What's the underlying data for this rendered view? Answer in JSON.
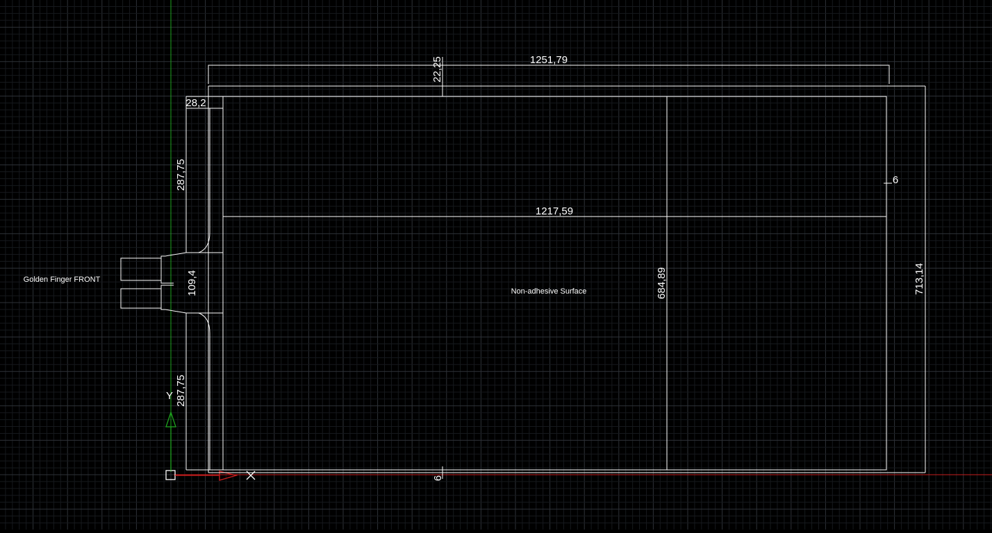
{
  "colors": {
    "background": "#000000",
    "grid_major": "#2e3238",
    "grid_minor": "#16191d",
    "linework": "#ffffff",
    "y_axis": "#1ea31e",
    "x_axis": "#c81e1e"
  },
  "dimensions": {
    "overall_width": "1251,79",
    "top_offset": "22,25",
    "corner_offset": "28,2",
    "right_margin": "6",
    "inner_width": "1217,59",
    "upper_segment": "287,75",
    "finger_height": "109,4",
    "lower_segment": "287,75",
    "inner_height": "684,89",
    "overall_height": "713,14",
    "bottom_margin": "6"
  },
  "labels": {
    "golden_finger": "Golden Finger FRONT",
    "surface": "Non-adhesive Surface"
  },
  "ucs": {
    "y_label": "Y"
  }
}
